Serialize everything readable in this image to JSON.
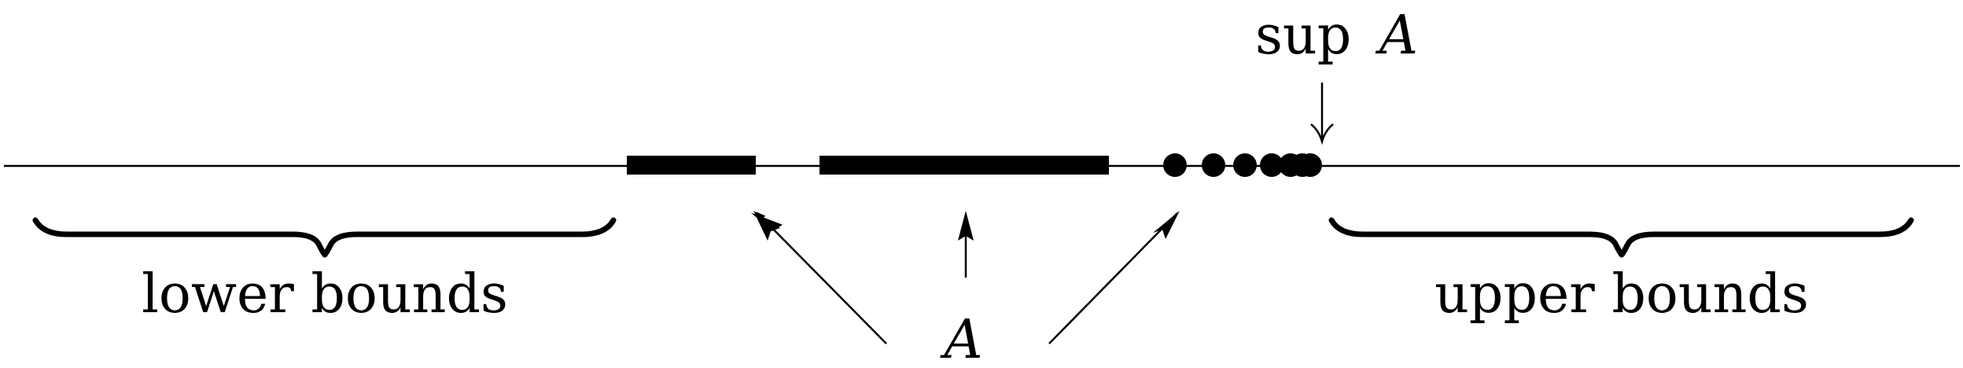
{
  "labels": {
    "lower": "lower bounds",
    "upper": "upper bounds",
    "set": "A",
    "sup_op": "sup",
    "sup_var": "A"
  },
  "colors": {
    "ink": "#000000",
    "background": "#ffffff"
  },
  "icons": {
    "arrow_glyph": "arrowhead-icon",
    "brace_glyph": "curly-brace-icon",
    "point_glyph": "filled-dot-icon"
  }
}
